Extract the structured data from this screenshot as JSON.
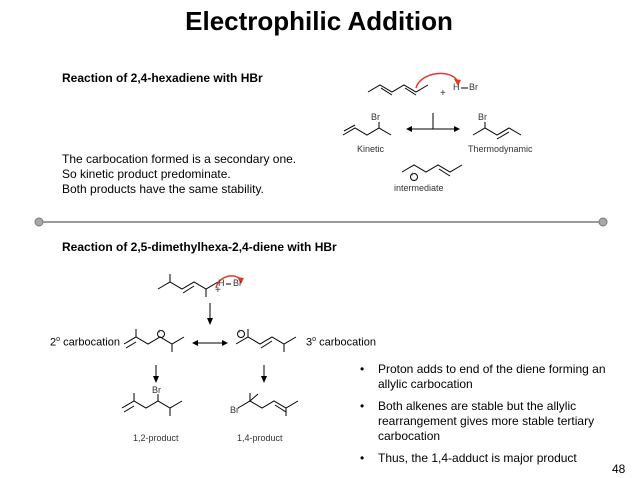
{
  "title": "Electrophilic Addition",
  "section1": {
    "heading": "Reaction of 2,4-hexadiene with HBr",
    "notes": [
      "The carbocation formed is a secondary one.",
      "So kinetic product predominate.",
      "Both products have the same stability."
    ],
    "reagent_h": "H",
    "reagent_br": "Br",
    "plus": "+",
    "kinetic_label": "Kinetic",
    "thermo_label": "Thermodynamic",
    "intermediate_label": "intermediate",
    "br_kinetic": "Br",
    "br_thermo": "Br",
    "cation": "+"
  },
  "section2": {
    "heading": "Reaction of 2,5-dimethylhexa-2,4-diene with HBr",
    "reagent_h": "H",
    "reagent_br": "Br",
    "plus": "+",
    "secondary_num": "2",
    "secondary_sup": "o",
    "secondary_text": " carbocation",
    "tertiary_num": "3",
    "tertiary_sup": "o",
    "tertiary_text": " carbocation",
    "cation_left": "+",
    "cation_right": "+",
    "br_12": "Br",
    "br_14": "Br",
    "product_12": "1,2-product",
    "product_14": "1,4-product",
    "bullets": [
      "Proton adds to end of the diene forming an allylic carbocation",
      "Both alkenes are stable but the allylic rearrangement gives more stable tertiary carbocation",
      "Thus, the 1,4-adduct is major product"
    ],
    "bullet_symbol": "•"
  },
  "page_number": "48",
  "colors": {
    "arrow_red": "#e23a2a",
    "divider": "#7a7a7a"
  }
}
